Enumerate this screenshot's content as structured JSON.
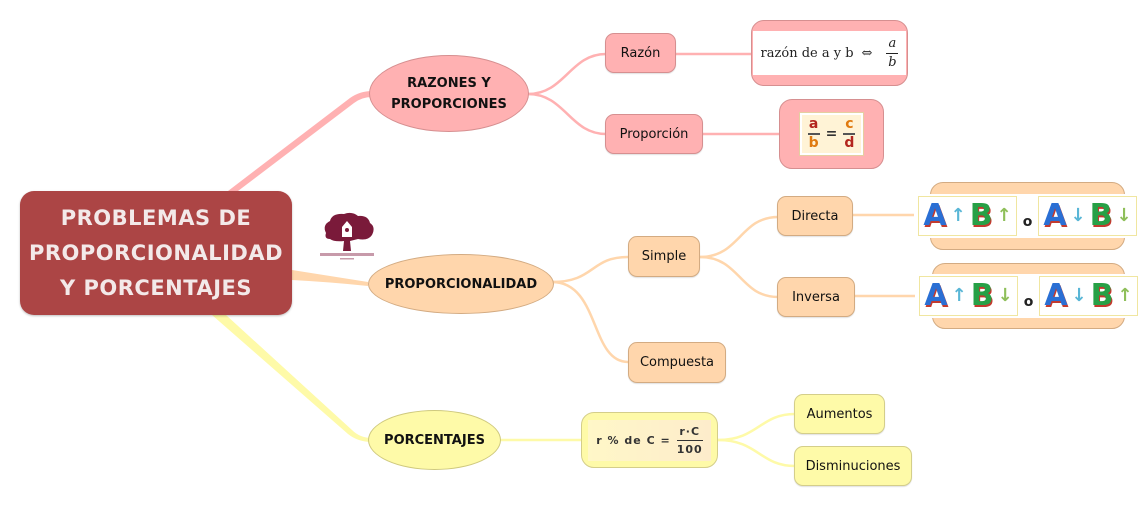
{
  "title": "PROBLEMAS DE PROPORCIONALIDAD Y PORCENTAJES",
  "title_lines": [
    "PROBLEMAS DE",
    "PROPORCIONALIDAD",
    "Y PORCENTAJES"
  ],
  "logo": {
    "caption": "C.E.I.P.S. SANTO DOMINGO",
    "subcaption": "ALGETE",
    "color": "#7a1a3a"
  },
  "colors": {
    "central": "#ac4545",
    "pink": "#ffb1b2",
    "orange": "#ffd6ac",
    "yellow": "#fefaa8"
  },
  "branches": {
    "razones": {
      "label_lines": [
        "RAZONES Y",
        "PROPORCIONES"
      ],
      "children": {
        "razon": {
          "label": "Razón",
          "formula": {
            "text": "razón de a y b",
            "symbol": "⇔",
            "num": "a",
            "den": "b"
          }
        },
        "proporcion": {
          "label": "Proporción",
          "formula": {
            "num1": "a",
            "den1": "b",
            "eq": "=",
            "num2": "c",
            "den2": "d"
          }
        }
      }
    },
    "proporcionalidad": {
      "label": "PROPORCIONALIDAD",
      "children": {
        "simple": {
          "label": "Simple",
          "children": {
            "directa": {
              "label": "Directa",
              "sep": "o",
              "patterns": [
                [
                  "A",
                  "↑",
                  "B",
                  "↑"
                ],
                [
                  "A",
                  "↓",
                  "B",
                  "↓"
                ]
              ]
            },
            "inversa": {
              "label": "Inversa",
              "sep": "o",
              "patterns": [
                [
                  "A",
                  "↑",
                  "B",
                  "↓"
                ],
                [
                  "A",
                  "↓",
                  "B",
                  "↑"
                ]
              ]
            }
          }
        },
        "compuesta": {
          "label": "Compuesta"
        }
      }
    },
    "porcentajes": {
      "label": "PORCENTAJES",
      "formula": {
        "lhs": "r % de C =",
        "num": "r·C",
        "den": "100"
      },
      "children": {
        "aumentos": {
          "label": "Aumentos"
        },
        "disminuciones": {
          "label": "Disminuciones"
        }
      }
    }
  }
}
